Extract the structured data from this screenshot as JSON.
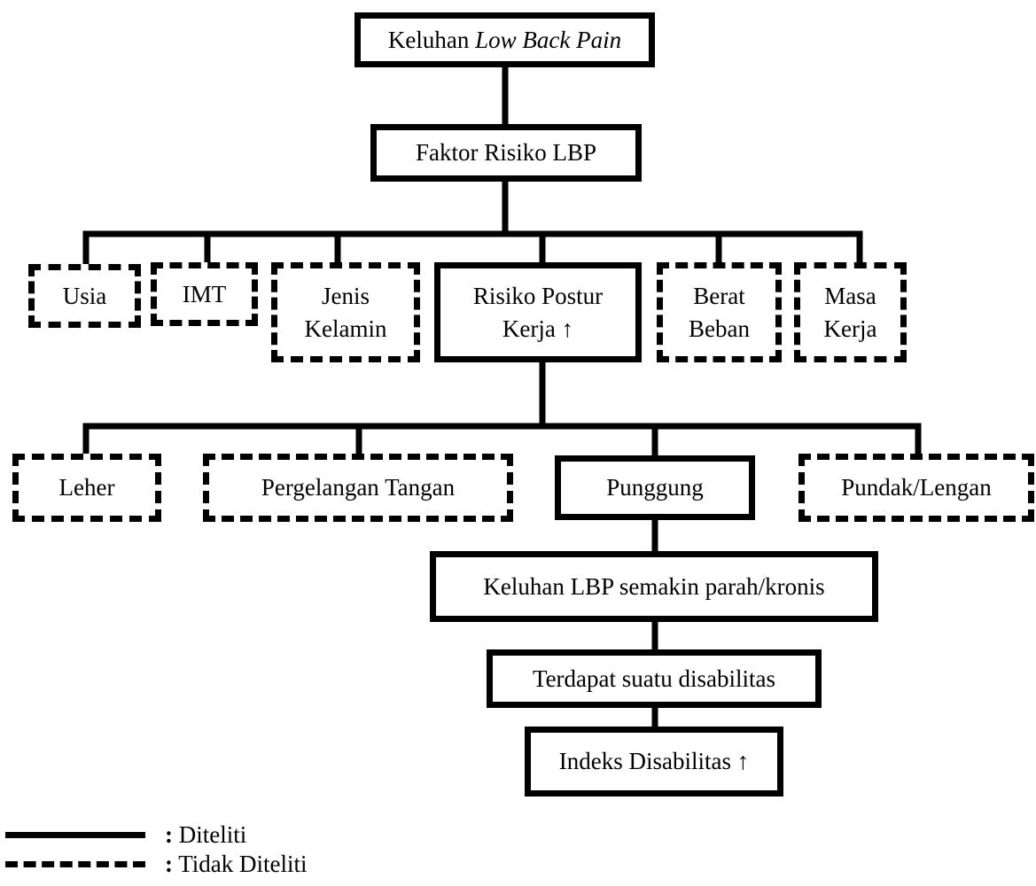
{
  "nodes": {
    "root_prefix": "Keluhan ",
    "root_italic": "Low Back Pain",
    "risk_factors": "Faktor Risiko LBP",
    "usia": "Usia",
    "imt": "IMT",
    "jenis_kelamin_1": "Jenis",
    "jenis_kelamin_2": "Kelamin",
    "postur_1": "Risiko Postur",
    "postur_2": "Kerja ↑",
    "berat_1": "Berat",
    "berat_2": "Beban",
    "masa_1": "Masa",
    "masa_2": "Kerja",
    "leher": "Leher",
    "pergelangan": "Pergelangan Tangan",
    "punggung": "Punggung",
    "pundak": "Pundak/Lengan",
    "keluhan_parah": "Keluhan LBP semakin parah/kronis",
    "disabilitas": "Terdapat suatu disabilitas",
    "indeks": "Indeks Disabilitas ↑"
  },
  "legend": {
    "colon": ":",
    "studied": "Diteliti",
    "not_studied": "Tidak Diteliti"
  }
}
